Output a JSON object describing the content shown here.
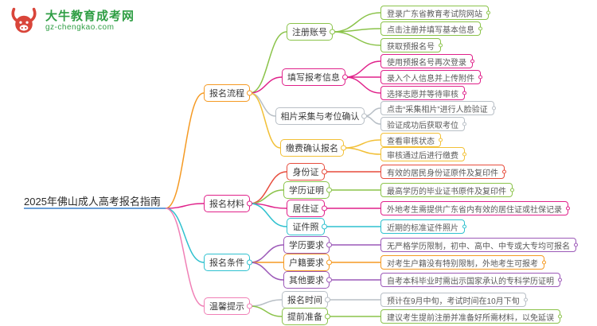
{
  "logo": {
    "site_name": "大牛教育成考网",
    "site_url": "gz-chengkao.com"
  },
  "root": {
    "label": "2025年佛山成人高考报名指南"
  },
  "colors": {
    "blue": "#6a9fd8",
    "orange": "#f59a23",
    "green": "#8bc34a",
    "magenta": "#e0218a",
    "silver": "#b8bfc6",
    "yellow": "#f2c037",
    "red": "#e74c3c",
    "cyan": "#2fc1cf",
    "purple": "#9c59b8",
    "pink": "#f080b6"
  },
  "branches": [
    {
      "label": "报名流程",
      "children": [
        {
          "label": "注册账号",
          "children": [
            {
              "label": "登录广东省教育考试院网站"
            },
            {
              "label": "点击注册并填写基本信息"
            },
            {
              "label": "获取预报名号"
            }
          ]
        },
        {
          "label": "填写报考信息",
          "children": [
            {
              "label": "使用预报名号再次登录"
            },
            {
              "label": "录入个人信息并上传附件"
            },
            {
              "label": "选择志愿并等待审核"
            }
          ]
        },
        {
          "label": "相片采集与考位确认",
          "children": [
            {
              "label": "点击“采集相片”进行人脸验证"
            },
            {
              "label": "验证成功后获取考位"
            }
          ]
        },
        {
          "label": "缴费确认报名",
          "children": [
            {
              "label": "查看审核状态"
            },
            {
              "label": "审核通过后进行缴费"
            }
          ]
        }
      ]
    },
    {
      "label": "报名材料",
      "children": [
        {
          "label": "身份证",
          "children": [
            {
              "label": "有效的居民身份证原件及复印件"
            }
          ]
        },
        {
          "label": "学历证明",
          "children": [
            {
              "label": "最高学历的毕业证书原件及复印件"
            }
          ]
        },
        {
          "label": "居住证",
          "children": [
            {
              "label": "外地考生需提供广东省内有效的居住证或社保记录"
            }
          ]
        },
        {
          "label": "证件照",
          "children": [
            {
              "label": "近期的标准证件照片"
            }
          ]
        }
      ]
    },
    {
      "label": "报名条件",
      "children": [
        {
          "label": "学历要求",
          "children": [
            {
              "label": "无严格学历限制，初中、高中、中专或大专均可报名"
            }
          ]
        },
        {
          "label": "户籍要求",
          "children": [
            {
              "label": "对考生户籍没有特别限制，外地考生可报考"
            }
          ]
        },
        {
          "label": "其他要求",
          "children": [
            {
              "label": "自考本科毕业时需出示国家承认的专科学历证明"
            }
          ]
        }
      ]
    },
    {
      "label": "温馨提示",
      "children": [
        {
          "label": "报名时间",
          "children": [
            {
              "label": "预计在9月中旬，考试时间在10月下旬"
            }
          ]
        },
        {
          "label": "提前准备",
          "children": [
            {
              "label": "建议考生提前注册并准备好所需材料，以免延误"
            }
          ]
        }
      ]
    }
  ]
}
